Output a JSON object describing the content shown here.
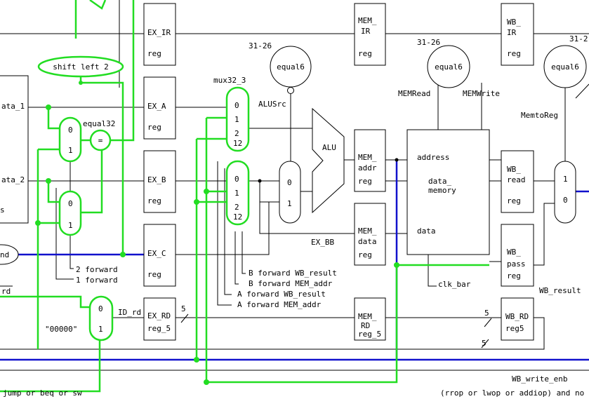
{
  "blocks": {
    "ex_ir": [
      "EX_IR",
      "reg"
    ],
    "ex_a": [
      "EX_A",
      "reg"
    ],
    "ex_b": [
      "EX_B",
      "reg"
    ],
    "ex_c": [
      "EX_C",
      "reg"
    ],
    "ex_rd": [
      "EX_RD",
      "reg_5"
    ],
    "mem_ir": [
      "MEM_",
      "IR",
      "reg"
    ],
    "mem_addr": [
      "MEM_",
      "addr",
      "reg"
    ],
    "mem_data": [
      "MEM_",
      "data",
      "reg"
    ],
    "mem_rd": [
      "MEM_",
      "RD",
      "reg_5"
    ],
    "wb_ir": [
      "WB_",
      "IR",
      "reg"
    ],
    "wb_read": [
      "WB_",
      "read",
      "reg"
    ],
    "wb_pass": [
      "WB_",
      "pass",
      "reg"
    ],
    "wb_rd": [
      "WB_RD",
      "reg5"
    ],
    "data_memory": {
      "address": "address",
      "title": [
        "data_",
        "memory"
      ],
      "data": "data"
    },
    "regfile": [
      "ata_1",
      "ata_2",
      "s"
    ]
  },
  "ovals": {
    "shift": "shift left 2",
    "equal6": "equal6",
    "equal32": "equal32",
    "eq_symbol": "=",
    "and_left": "nd"
  },
  "alu": {
    "label": "ALU"
  },
  "muxes": {
    "fwd_a": [
      "0",
      "1"
    ],
    "fwd_b": [
      "0",
      "1"
    ],
    "rd": [
      "0",
      "1"
    ],
    "alusrc": [
      "0",
      "1"
    ],
    "memtoreg": [
      "1",
      "0"
    ],
    "mux32_top": [
      "0",
      "1",
      "2",
      "12"
    ],
    "mux32_bot": [
      "0",
      "1",
      "2",
      "12"
    ]
  },
  "labels": {
    "mux32_3": "mux32_3",
    "alusrc": "ALUSrc",
    "r31_26_a": "31-26",
    "r31_26_b": "31-26",
    "r31_26_c": "31-2",
    "memread": "MEMRead",
    "memwrite": "MEMWrite",
    "memtoreg": "MemtoReg",
    "ex_bb": "EX_BB",
    "clk_bar": "clk_bar",
    "wb_result": "WB_result",
    "wb_write_enb": "WB_write_enb",
    "id_rd": "ID_rd",
    "zeros": "\"00000\"",
    "five_a": "5",
    "five_b": "5",
    "five_c": "5",
    "rd_left": "rd",
    "fwd2": "2 forward",
    "fwd1": "1 forward",
    "b_fwd_wb": "B forward WB_result",
    "b_fwd_mem": "B forward MEM_addr",
    "a_fwd_wb": "A forward WB_result",
    "a_fwd_mem": "A forward MEM_addr",
    "bottom_left": "jump or beq or sw",
    "bottom_right": "(rrop or lwop or addiop) and no"
  },
  "colors": {
    "control": "#22dd22",
    "highlight": "#1111cc",
    "wire": "#000000"
  }
}
